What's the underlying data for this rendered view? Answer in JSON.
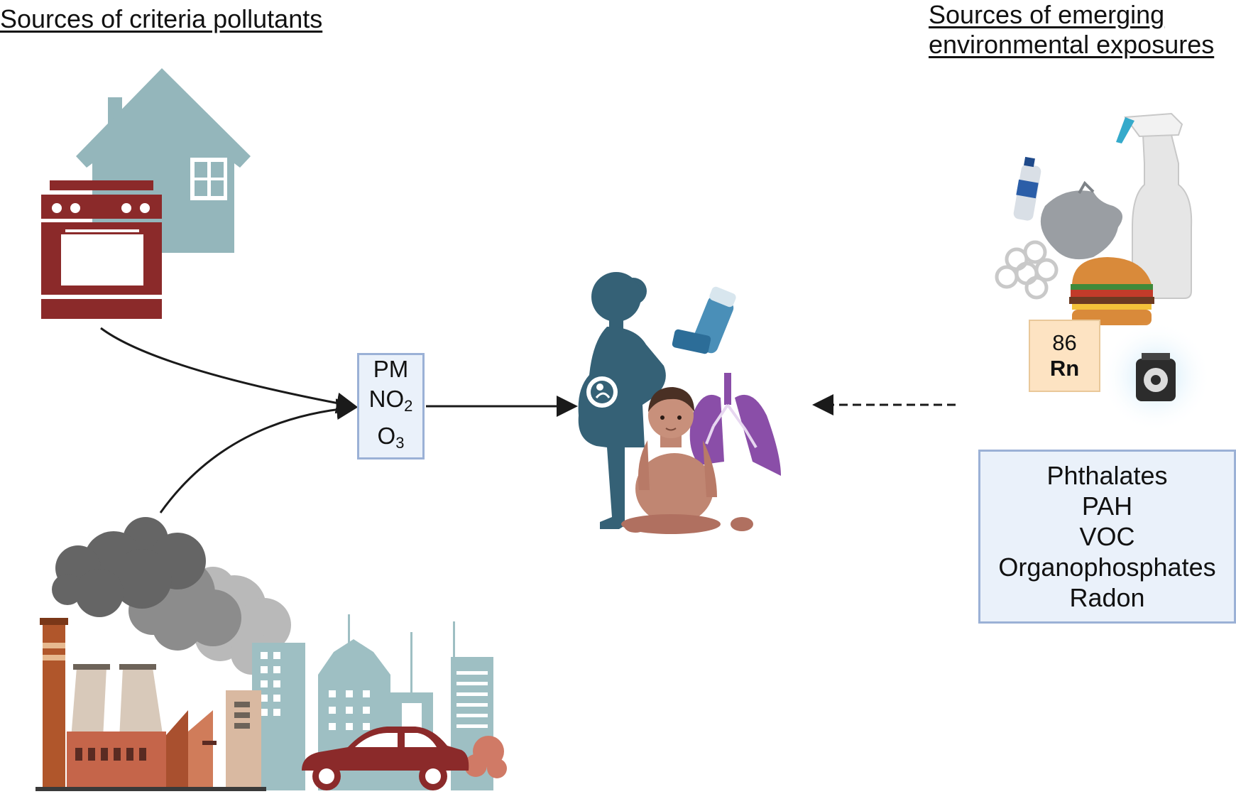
{
  "headings": {
    "criteria_sources": "Sources of criteria pollutants",
    "emerging_sources_line1": "Sources of emerging",
    "emerging_sources_line2": "environmental exposures"
  },
  "criteria_pollutants": {
    "pm": "PM",
    "no2_base": "NO",
    "no2_sub": "2",
    "o3_base": "O",
    "o3_sub": "3"
  },
  "radon_tile": {
    "atomic_number": "86",
    "symbol": "Rn"
  },
  "emerging_exposures": [
    "Phthalates",
    "PAH",
    "VOC",
    "Organophosphates",
    "Radon"
  ],
  "colors": {
    "house": "#94b6bb",
    "stove": "#8b2a2a",
    "smoke": "#6b6b6b",
    "figure": "#356176",
    "lungs": "#8a4ea8",
    "box_fill": "#eaf1fa",
    "box_border": "#9bb1d6",
    "arrow": "#1a1a1a",
    "radon_tile": "#fde3c2"
  },
  "icons": [
    "house-icon",
    "stove-icon",
    "factory-icon",
    "city-icon",
    "car-icon",
    "pregnant-woman-icon",
    "baby-icon",
    "lungs-icon",
    "inhaler-icon",
    "spray-bottle-icon",
    "plastic-bottle-icon",
    "plastic-bag-icon",
    "six-pack-rings-icon",
    "burger-icon",
    "radon-detector-icon"
  ]
}
